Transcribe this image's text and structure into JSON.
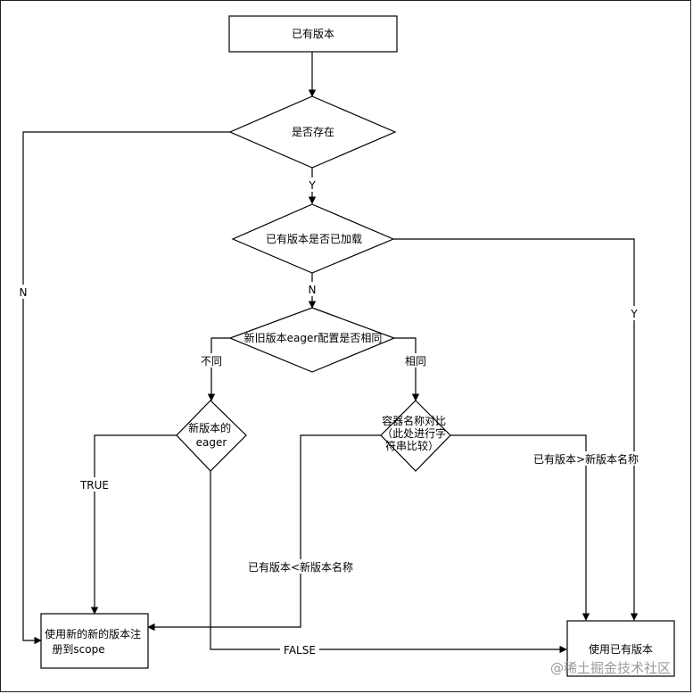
{
  "nodes": {
    "start": "已有版本",
    "exists": "是否存在",
    "loaded": "已有版本是否已加载",
    "eager_same": "新旧版本eager配置是否相同",
    "new_eager": [
      "新版本的",
      "eager"
    ],
    "compare": [
      "容器名称对比",
      "（此处进行字",
      "符串比较）"
    ],
    "use_new": [
      "使用新的新的版本注",
      "册到scope"
    ],
    "use_existing": "使用已有版本"
  },
  "edge_labels": {
    "exists_yes": "Y",
    "exists_no": "N",
    "loaded_no": "N",
    "loaded_yes": "Y",
    "eager_diff": "不同",
    "eager_same": "相同",
    "eager_true": "TRUE",
    "eager_false": "FALSE",
    "name_less": "已有版本<新版本名称",
    "name_greater": "已有版本>新版本名称"
  },
  "watermark": "@稀土掘金技术社区"
}
